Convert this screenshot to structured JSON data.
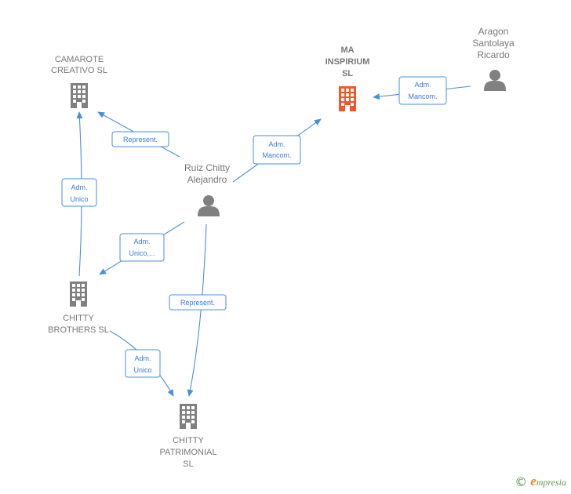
{
  "colors": {
    "company": "#808080",
    "company_focus": "#f0582a",
    "person": "#808080",
    "edge": "#4a8fd9"
  },
  "nodes": {
    "camarote": {
      "lines": [
        "CAMAROTE",
        "CREATIVO SL"
      ],
      "kind": "company",
      "icon": "building-icon"
    },
    "ma_inspirium": {
      "lines": [
        "MA",
        "INSPIRIUM",
        "SL"
      ],
      "kind": "company-focus",
      "icon": "building-icon"
    },
    "aragon": {
      "lines": [
        "Aragon",
        "Santolaya",
        "Ricardo"
      ],
      "kind": "person",
      "icon": "person-icon"
    },
    "ruiz": {
      "lines": [
        "Ruiz Chitty",
        "Alejandro"
      ],
      "kind": "person",
      "icon": "person-icon"
    },
    "chitty_brothers": {
      "lines": [
        "CHITTY",
        "BROTHERS  SL"
      ],
      "kind": "company",
      "icon": "building-icon"
    },
    "chitty_patrimonial": {
      "lines": [
        "CHITTY",
        "PATRIMONIAL",
        "SL"
      ],
      "kind": "company",
      "icon": "building-icon"
    }
  },
  "edges": {
    "ruiz_camarote": {
      "lines": [
        "Represent."
      ]
    },
    "ruiz_ma": {
      "lines": [
        "Adm.",
        "Mancom."
      ]
    },
    "aragon_ma": {
      "lines": [
        "Adm.",
        "Mancom."
      ]
    },
    "brothers_camarote": {
      "lines": [
        "Adm.",
        "Unico"
      ]
    },
    "ruiz_brothers": {
      "lines": [
        "Adm.",
        "Unico,..."
      ]
    },
    "ruiz_patrimonial": {
      "lines": [
        "Represent."
      ]
    },
    "brothers_patrimonial": {
      "lines": [
        "Adm.",
        "Unico"
      ]
    }
  },
  "footer": {
    "copyright": "©",
    "brand_initial": "e",
    "brand_rest": "mpresia"
  }
}
